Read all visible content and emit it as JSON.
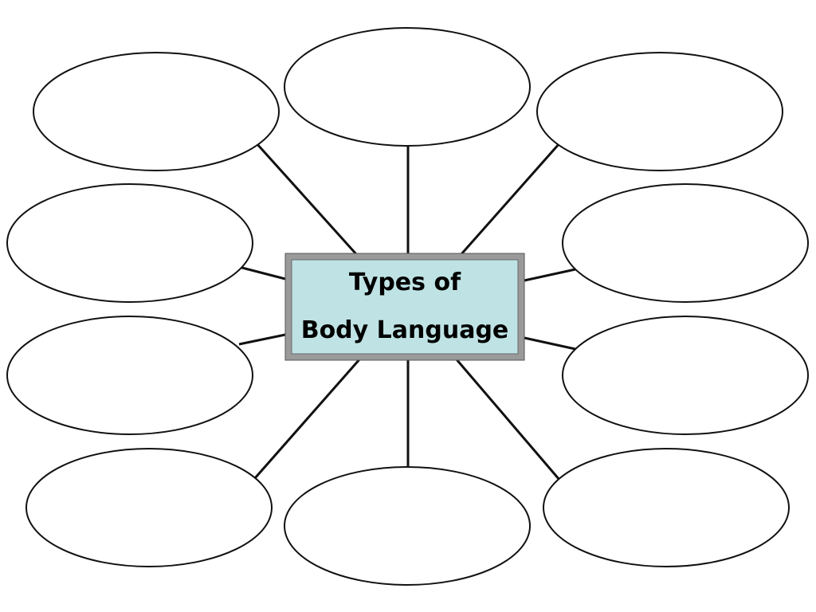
{
  "diagram": {
    "central_node": {
      "line1": "Types of",
      "line2": "Body Language",
      "fill_color": "#bfe3e5",
      "border_color": "#9a9a9a"
    },
    "bubble_count": 10,
    "line_color": "#111111"
  }
}
